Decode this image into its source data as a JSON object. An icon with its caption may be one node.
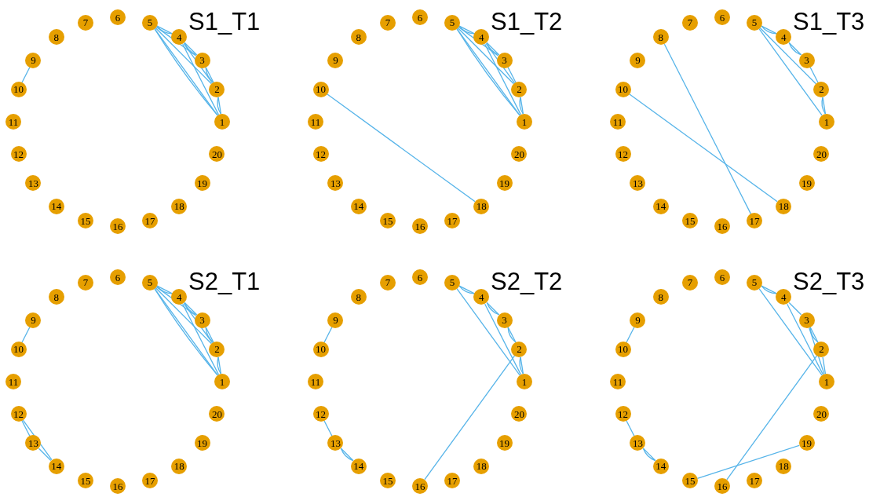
{
  "diagram": {
    "nodes": [
      {
        "text": [
          "1"
        ]
      },
      {
        "text": [
          "2"
        ]
      },
      {
        "text": [
          "3"
        ]
      },
      {
        "text": [
          "4"
        ]
      },
      {
        "text": [
          "5"
        ]
      },
      {
        "text": [
          "6"
        ]
      },
      {
        "text": [
          "7"
        ]
      },
      {
        "text": [
          "8"
        ]
      },
      {
        "text": [
          "9"
        ]
      },
      {
        "text": [
          "10"
        ]
      },
      {
        "text": [
          "11"
        ]
      },
      {
        "text": [
          "12"
        ]
      },
      {
        "text": [
          "13"
        ]
      },
      {
        "text": [
          "14"
        ]
      },
      {
        "text": [
          "15"
        ]
      },
      {
        "text": [
          "16"
        ]
      },
      {
        "text": [
          "17"
        ]
      },
      {
        "text": [
          "18"
        ]
      },
      {
        "text": [
          "19"
        ]
      },
      {
        "text": [
          "20"
        ]
      },
      {
        "text": [
          "1"
        ]
      },
      {
        "text": [
          "2"
        ]
      },
      {
        "text": [
          "3"
        ]
      },
      {
        "text": [
          "4"
        ]
      },
      {
        "text": [
          "5"
        ]
      },
      {
        "text": [
          "6"
        ]
      },
      {
        "text": [
          "7"
        ]
      },
      {
        "text": [
          "8"
        ]
      },
      {
        "text": [
          "9"
        ]
      },
      {
        "text": [
          "10"
        ]
      },
      {
        "text": [
          "11"
        ]
      },
      {
        "text": [
          "12"
        ]
      },
      {
        "text": [
          "13"
        ]
      },
      {
        "text": [
          "14"
        ]
      },
      {
        "text": [
          "15"
        ]
      },
      {
        "text": [
          "16"
        ]
      },
      {
        "text": [
          "17"
        ]
      },
      {
        "text": [
          "18"
        ]
      },
      {
        "text": [
          "19"
        ]
      },
      {
        "text": [
          "20"
        ]
      },
      {
        "text": [
          "1"
        ]
      },
      {
        "text": [
          "2"
        ]
      },
      {
        "text": [
          "3"
        ]
      },
      {
        "text": [
          "4"
        ]
      },
      {
        "text": [
          "5"
        ]
      },
      {
        "text": [
          "6"
        ]
      },
      {
        "text": [
          "7"
        ]
      },
      {
        "text": [
          "8"
        ]
      },
      {
        "text": [
          "9"
        ]
      },
      {
        "text": [
          "10"
        ]
      },
      {
        "text": [
          "11"
        ]
      },
      {
        "text": [
          "12"
        ]
      },
      {
        "text": [
          "13"
        ]
      },
      {
        "text": [
          "14"
        ]
      },
      {
        "text": [
          "15"
        ]
      },
      {
        "text": [
          "16"
        ]
      },
      {
        "text": [
          "17"
        ]
      },
      {
        "text": [
          "18"
        ]
      },
      {
        "text": [
          "19"
        ]
      },
      {
        "text": [
          "20"
        ]
      },
      {
        "text": [
          "1"
        ]
      },
      {
        "text": [
          "2"
        ]
      },
      {
        "text": [
          "3"
        ]
      },
      {
        "text": [
          "4"
        ]
      },
      {
        "text": [
          "5"
        ]
      },
      {
        "text": [
          "6"
        ]
      },
      {
        "text": [
          "7"
        ]
      },
      {
        "text": [
          "8"
        ]
      },
      {
        "text": [
          "9"
        ]
      },
      {
        "text": [
          "10"
        ]
      },
      {
        "text": [
          "11"
        ]
      },
      {
        "text": [
          "12"
        ]
      },
      {
        "text": [
          "13"
        ]
      },
      {
        "text": [
          "14"
        ]
      },
      {
        "text": [
          "15"
        ]
      },
      {
        "text": [
          "16"
        ]
      },
      {
        "text": [
          "17"
        ]
      },
      {
        "text": [
          "18"
        ]
      },
      {
        "text": [
          "19"
        ]
      },
      {
        "text": [
          "20"
        ]
      },
      {
        "text": [
          "1"
        ]
      },
      {
        "text": [
          "2"
        ]
      },
      {
        "text": [
          "3"
        ]
      },
      {
        "text": [
          "4"
        ]
      },
      {
        "text": [
          "5"
        ]
      },
      {
        "text": [
          "6"
        ]
      },
      {
        "text": [
          "7"
        ]
      },
      {
        "text": [
          "8"
        ]
      },
      {
        "text": [
          "9"
        ]
      },
      {
        "text": [
          "10"
        ]
      },
      {
        "text": [
          "11"
        ]
      },
      {
        "text": [
          "12"
        ]
      },
      {
        "text": [
          "13"
        ]
      },
      {
        "text": [
          "14"
        ]
      },
      {
        "text": [
          "15"
        ]
      },
      {
        "text": [
          "16"
        ]
      },
      {
        "text": [
          "17"
        ]
      },
      {
        "text": [
          "18"
        ]
      },
      {
        "text": [
          "19"
        ]
      },
      {
        "text": [
          "20"
        ]
      },
      {
        "text": [
          "1"
        ]
      },
      {
        "text": [
          "2"
        ]
      },
      {
        "text": [
          "3"
        ]
      },
      {
        "text": [
          "4"
        ]
      },
      {
        "text": [
          "5"
        ]
      },
      {
        "text": [
          "6"
        ]
      },
      {
        "text": [
          "7"
        ]
      },
      {
        "text": [
          "8"
        ]
      },
      {
        "text": [
          "9"
        ]
      },
      {
        "text": [
          "10"
        ]
      },
      {
        "text": [
          "11"
        ]
      },
      {
        "text": [
          "12"
        ]
      },
      {
        "text": [
          "13"
        ]
      },
      {
        "text": [
          "14"
        ]
      },
      {
        "text": [
          "15"
        ]
      },
      {
        "text": [
          "16"
        ]
      },
      {
        "text": [
          "17"
        ]
      },
      {
        "text": [
          "18"
        ]
      },
      {
        "text": [
          "19"
        ]
      },
      {
        "text": [
          "20"
        ]
      }
    ],
    "edges": [
      {
        "from": 4,
        "to": 3,
        "arrow": "none"
      },
      {
        "from": 4,
        "to": 3,
        "arrow": "none"
      },
      {
        "from": 4,
        "to": 2,
        "arrow": "none"
      },
      {
        "from": 4,
        "to": 1,
        "arrow": "none"
      },
      {
        "from": 4,
        "to": 0,
        "arrow": "none"
      },
      {
        "from": 4,
        "to": 0,
        "arrow": "none"
      },
      {
        "from": 3,
        "to": 2,
        "arrow": "none"
      },
      {
        "from": 3,
        "to": 2,
        "arrow": "none"
      },
      {
        "from": 3,
        "to": 1,
        "arrow": "none"
      },
      {
        "from": 3,
        "to": 0,
        "arrow": "none"
      },
      {
        "from": 2,
        "to": 1,
        "arrow": "none"
      },
      {
        "from": 2,
        "to": 1,
        "arrow": "none"
      },
      {
        "from": 1,
        "to": 0,
        "arrow": "none"
      },
      {
        "from": 1,
        "to": 0,
        "arrow": "none"
      },
      {
        "from": 8,
        "to": 9,
        "arrow": "none"
      },
      {
        "from": 24,
        "to": 23,
        "arrow": "none"
      },
      {
        "from": 24,
        "to": 23,
        "arrow": "none"
      },
      {
        "from": 24,
        "to": 22,
        "arrow": "none"
      },
      {
        "from": 24,
        "to": 21,
        "arrow": "none"
      },
      {
        "from": 24,
        "to": 20,
        "arrow": "none"
      },
      {
        "from": 24,
        "to": 20,
        "arrow": "none"
      },
      {
        "from": 23,
        "to": 22,
        "arrow": "none"
      },
      {
        "from": 23,
        "to": 22,
        "arrow": "none"
      },
      {
        "from": 23,
        "to": 21,
        "arrow": "none"
      },
      {
        "from": 23,
        "to": 20,
        "arrow": "none"
      },
      {
        "from": 22,
        "to": 21,
        "arrow": "none"
      },
      {
        "from": 21,
        "to": 20,
        "arrow": "none"
      },
      {
        "from": 21,
        "to": 20,
        "arrow": "none"
      },
      {
        "from": 29,
        "to": 37,
        "arrow": "none"
      },
      {
        "from": 44,
        "to": 43,
        "arrow": "none"
      },
      {
        "from": 44,
        "to": 43,
        "arrow": "none"
      },
      {
        "from": 44,
        "to": 41,
        "arrow": "none"
      },
      {
        "from": 44,
        "to": 40,
        "arrow": "none"
      },
      {
        "from": 43,
        "to": 42,
        "arrow": "none"
      },
      {
        "from": 43,
        "to": 42,
        "arrow": "none"
      },
      {
        "from": 42,
        "to": 41,
        "arrow": "none"
      },
      {
        "from": 41,
        "to": 40,
        "arrow": "none"
      },
      {
        "from": 41,
        "to": 40,
        "arrow": "none"
      },
      {
        "from": 47,
        "to": 56,
        "arrow": "none"
      },
      {
        "from": 49,
        "to": 57,
        "arrow": "none"
      },
      {
        "from": 64,
        "to": 63,
        "arrow": "none"
      },
      {
        "from": 64,
        "to": 63,
        "arrow": "none"
      },
      {
        "from": 64,
        "to": 62,
        "arrow": "none"
      },
      {
        "from": 64,
        "to": 61,
        "arrow": "none"
      },
      {
        "from": 64,
        "to": 60,
        "arrow": "none"
      },
      {
        "from": 64,
        "to": 60,
        "arrow": "none"
      },
      {
        "from": 63,
        "to": 62,
        "arrow": "none"
      },
      {
        "from": 63,
        "to": 62,
        "arrow": "none"
      },
      {
        "from": 63,
        "to": 61,
        "arrow": "none"
      },
      {
        "from": 63,
        "to": 60,
        "arrow": "none"
      },
      {
        "from": 62,
        "to": 61,
        "arrow": "none"
      },
      {
        "from": 62,
        "to": 61,
        "arrow": "none"
      },
      {
        "from": 61,
        "to": 60,
        "arrow": "none"
      },
      {
        "from": 61,
        "to": 60,
        "arrow": "none"
      },
      {
        "from": 68,
        "to": 69,
        "arrow": "none"
      },
      {
        "from": 71,
        "to": 72,
        "arrow": "none"
      },
      {
        "from": 71,
        "to": 73,
        "arrow": "none"
      },
      {
        "from": 72,
        "to": 73,
        "arrow": "none"
      },
      {
        "from": 84,
        "to": 83,
        "arrow": "none"
      },
      {
        "from": 84,
        "to": 83,
        "arrow": "none"
      },
      {
        "from": 84,
        "to": 80,
        "arrow": "none"
      },
      {
        "from": 83,
        "to": 82,
        "arrow": "none"
      },
      {
        "from": 83,
        "to": 82,
        "arrow": "none"
      },
      {
        "from": 83,
        "to": 80,
        "arrow": "none"
      },
      {
        "from": 82,
        "to": 81,
        "arrow": "none"
      },
      {
        "from": 82,
        "to": 81,
        "arrow": "none"
      },
      {
        "from": 81,
        "to": 80,
        "arrow": "none"
      },
      {
        "from": 81,
        "to": 80,
        "arrow": "none"
      },
      {
        "from": 95,
        "to": 81,
        "arrow": "none"
      },
      {
        "from": 88,
        "to": 89,
        "arrow": "none"
      },
      {
        "from": 91,
        "to": 92,
        "arrow": "none"
      },
      {
        "from": 92,
        "to": 93,
        "arrow": "none"
      },
      {
        "from": 92,
        "to": 93,
        "arrow": "none"
      },
      {
        "from": 104,
        "to": 103,
        "arrow": "none"
      },
      {
        "from": 104,
        "to": 103,
        "arrow": "none"
      },
      {
        "from": 104,
        "to": 100,
        "arrow": "none"
      },
      {
        "from": 103,
        "to": 102,
        "arrow": "none"
      },
      {
        "from": 103,
        "to": 100,
        "arrow": "none"
      },
      {
        "from": 102,
        "to": 101,
        "arrow": "none"
      },
      {
        "from": 102,
        "to": 101,
        "arrow": "none"
      },
      {
        "from": 102,
        "to": 100,
        "arrow": "none"
      },
      {
        "from": 101,
        "to": 100,
        "arrow": "none"
      },
      {
        "from": 115,
        "to": 101,
        "arrow": "none"
      },
      {
        "from": 114,
        "to": 118,
        "arrow": "none"
      },
      {
        "from": 108,
        "to": 109,
        "arrow": "none"
      },
      {
        "from": 111,
        "to": 112,
        "arrow": "none"
      },
      {
        "from": 112,
        "to": 113,
        "arrow": "none"
      },
      {
        "from": 112,
        "to": 113,
        "arrow": "none"
      }
    ],
    "labels": [
      "S1_T1",
      "S1_T2",
      "S1_T3",
      "S2_T1",
      "S2_T2",
      "S2_T3"
    ]
  }
}
